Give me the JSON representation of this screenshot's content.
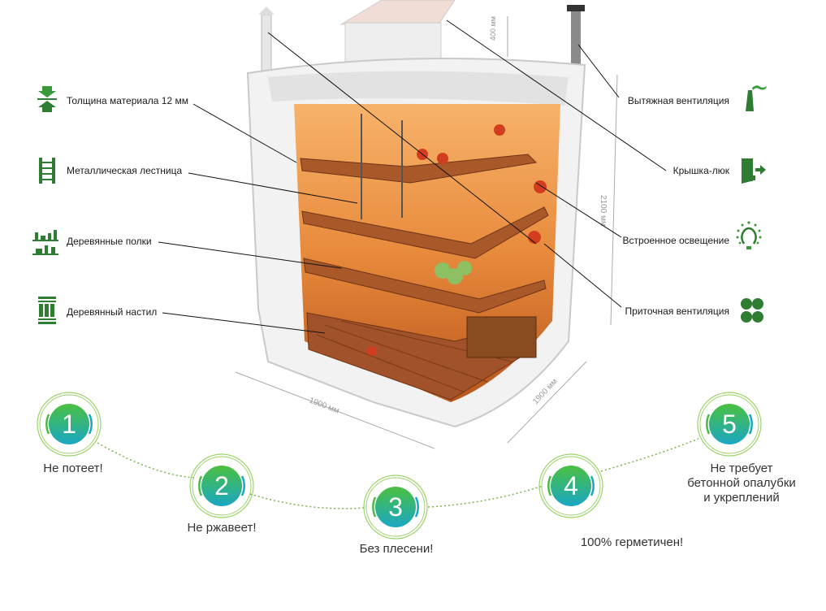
{
  "left_features": [
    {
      "label": "Толщина материала 12 мм",
      "icon": "compress-arrows-icon"
    },
    {
      "label": "Металлическая лестница",
      "icon": "ladder-icon"
    },
    {
      "label": "Деревянные полки",
      "icon": "shelves-icon"
    },
    {
      "label": "Деревянный настил",
      "icon": "wooden-deck-icon"
    }
  ],
  "right_features": [
    {
      "label": "Вытяжная вентиляция",
      "icon": "chimney-icon"
    },
    {
      "label": "Крышка-люк",
      "icon": "exit-door-icon"
    },
    {
      "label": "Встроенное освещение",
      "icon": "light-bulb-icon"
    },
    {
      "label": "Приточная вентиляция",
      "icon": "fan-icon"
    }
  ],
  "dimensions": {
    "hatch": "400 мм",
    "height": "2100 мм",
    "width": "1900 мм",
    "depth": "1900 мм"
  },
  "steps": [
    {
      "number": "1",
      "text": "Не потеет!"
    },
    {
      "number": "2",
      "text": "Не ржавеет!"
    },
    {
      "number": "3",
      "text": "Без плесени!"
    },
    {
      "number": "4",
      "text": "100% герметичен!"
    },
    {
      "number": "5",
      "lines": [
        "Не требует",
        "бетонной опалубки",
        "и укреплений"
      ]
    }
  ],
  "colors": {
    "accent_green": "#2e8b3a",
    "step_top": "#4cc040",
    "step_bottom": "#1aa7c4",
    "interior": "#e07a2a",
    "wood": "#9a4d1e"
  }
}
